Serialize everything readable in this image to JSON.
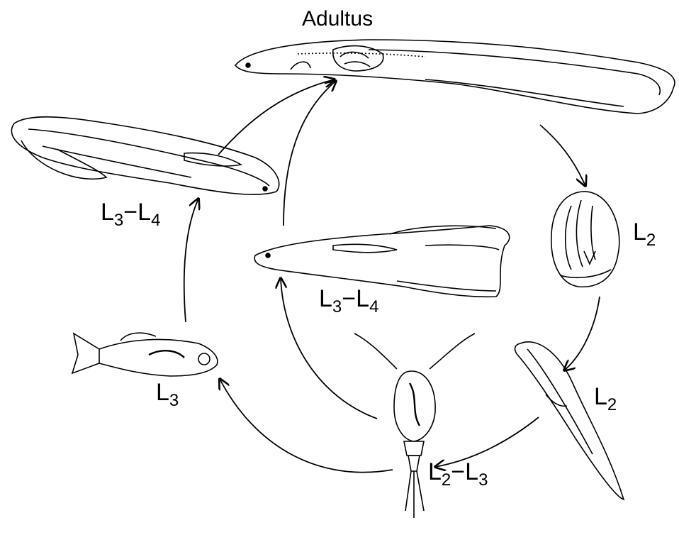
{
  "title": "Adultus",
  "stages": {
    "l2_egg": {
      "letter": "L",
      "sub": "2"
    },
    "l2_larva": {
      "letter": "L",
      "sub": "2"
    },
    "l2_l3_copepod": {
      "letter1": "L",
      "sub1": "2",
      "dash": "−",
      "letter2": "L",
      "sub2": "3"
    },
    "l3_fish": {
      "letter": "L",
      "sub": "3"
    },
    "l3_l4_left": {
      "letter1": "L",
      "sub1": "3",
      "dash": "−",
      "letter2": "L",
      "sub2": "4"
    },
    "l3_l4_center": {
      "letter1": "L",
      "sub1": "3",
      "dash": "−",
      "letter2": "L",
      "sub2": "4"
    }
  },
  "colors": {
    "line": "#000000",
    "background": "#ffffff"
  }
}
